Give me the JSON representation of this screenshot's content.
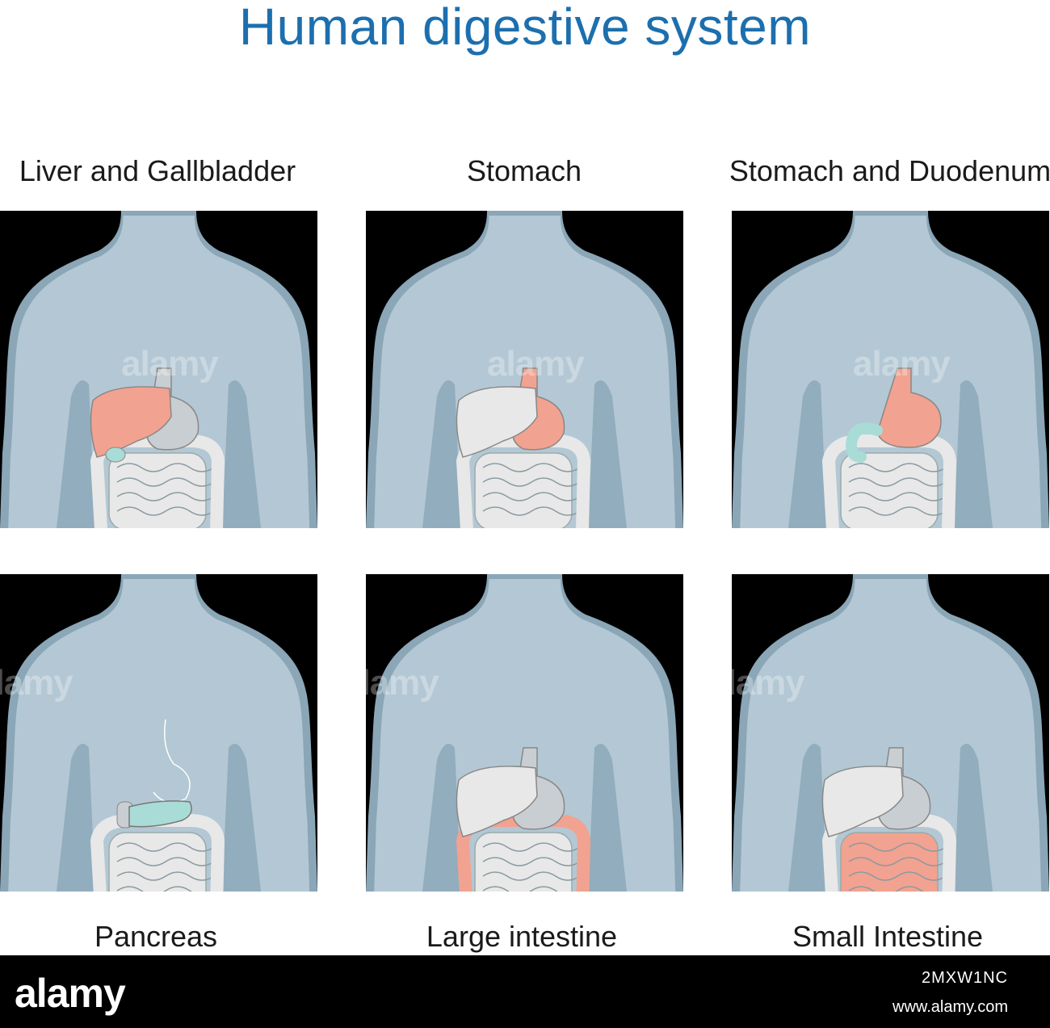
{
  "title": "Human digestive system",
  "panels": [
    {
      "label": "Liver and Gallbladder",
      "highlight": "liver-gallbladder"
    },
    {
      "label": "Stomach",
      "highlight": "stomach"
    },
    {
      "label": "Stomach and Duodenum",
      "highlight": "stomach-duodenum"
    },
    {
      "label": "Pancreas",
      "highlight": "pancreas"
    },
    {
      "label": "Large intestine",
      "highlight": "large-intestine"
    },
    {
      "label": "Small Intestine",
      "highlight": "small-intestine"
    }
  ],
  "watermark": "alamy",
  "footer": {
    "brand": "alamy",
    "image_id": "2MXW1NC",
    "site": "www.alamy.com"
  },
  "colors": {
    "title": "#1c6fae",
    "body": "#b3c8d4",
    "body_edge": "#8aa6b7",
    "organ": "#e8e8e8",
    "highlight_red": "#f2a290",
    "highlight_teal": "#a9dcd6"
  }
}
